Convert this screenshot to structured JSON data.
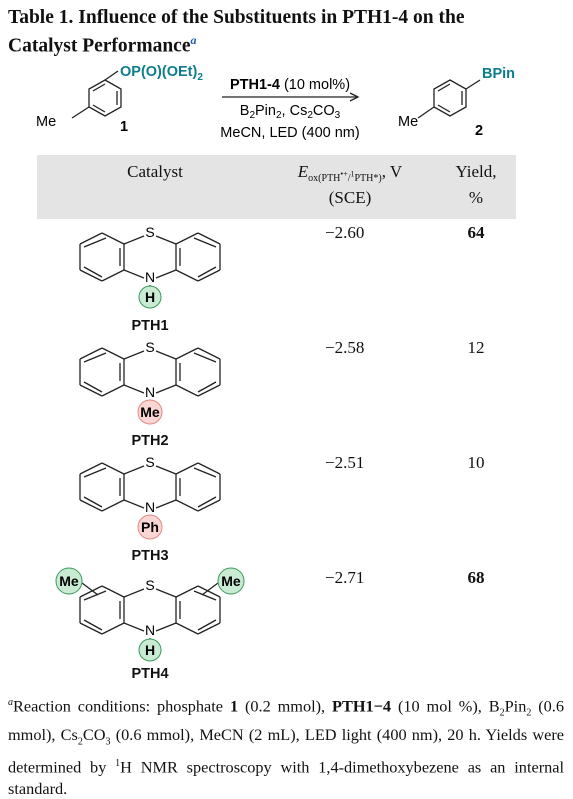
{
  "title": {
    "line1": "Table 1. Influence of the Substituents in PTH1-4 on the",
    "line2": "Catalyst Performance",
    "mark": "a"
  },
  "scheme": {
    "reactant_group": "OP(O)(OEt)",
    "reactant_group_sub": "2",
    "reactant_me": "Me",
    "reactant_num": "1",
    "catalyst_name": "PTH1-4",
    "catalyst_amt": " (10 mol%)",
    "cond_line2_a": "B",
    "cond_line2_b": "2",
    "cond_line2_c": "Pin",
    "cond_line2_d": "2",
    "cond_line2_e": ", Cs",
    "cond_line2_f": "2",
    "cond_line2_g": "CO",
    "cond_line2_h": "3",
    "cond_line3": "MeCN, LED (400 nm)",
    "product_group": "BPin",
    "product_me": "Me",
    "product_num": "2"
  },
  "header": {
    "catalyst": "Catalyst",
    "eox_E": "E",
    "eox_sub": "ox(PTH",
    "eox_sup1": "•+",
    "eox_mid": "/",
    "eox_sup2": "1",
    "eox_end": "PTH*)",
    "eox_unit": ", V",
    "sce": "(SCE)",
    "yield1": "Yield,",
    "yield2": "%"
  },
  "rows": [
    {
      "name": "PTH1",
      "sub": "H",
      "sub_color": "#c9ead3",
      "sub_stroke": "#3a9a5a",
      "eox": "−2.60",
      "yield": "64",
      "bold": true
    },
    {
      "name": "PTH2",
      "sub": "Me",
      "sub_color": "#f9d6d3",
      "sub_stroke": "#e08a82",
      "eox": "−2.58",
      "yield": "12",
      "bold": false
    },
    {
      "name": "PTH3",
      "sub": "Ph",
      "sub_color": "#f9d6d3",
      "sub_stroke": "#e08a82",
      "eox": "−2.51",
      "yield": "10",
      "bold": false
    },
    {
      "name": "PTH4",
      "sub": "H",
      "sub_color": "#c9ead3",
      "sub_stroke": "#3a9a5a",
      "eox": "−2.71",
      "yield": "68",
      "bold": true,
      "ring_me": "Me"
    }
  ],
  "atoms": {
    "S": "S",
    "N": "N"
  },
  "footnote": {
    "mark": "a",
    "t1": "Reaction conditions: phosphate ",
    "n1": "1",
    "t2": " (0.2 mmol), ",
    "cat": "PTH1−4",
    "t3": " (10 mol %), B",
    "s1": "2",
    "t4": "Pin",
    "s2": "2",
    "t5": " (0.6 mmol), Cs",
    "s3": "2",
    "t6": "CO",
    "s4": "3",
    "t7": " (0.6 mmol), MeCN (2 mL), LED light (400 nm), 20 h. Yields were determined by ",
    "sup1": "1",
    "t8": "H NMR spectroscopy with 1,4-dimethoxybezene as an internal standard."
  },
  "colors": {
    "teal_text": "#0b7d8c",
    "header_bg": "#e4e4e4",
    "mark_blue": "#1a5fb4"
  }
}
